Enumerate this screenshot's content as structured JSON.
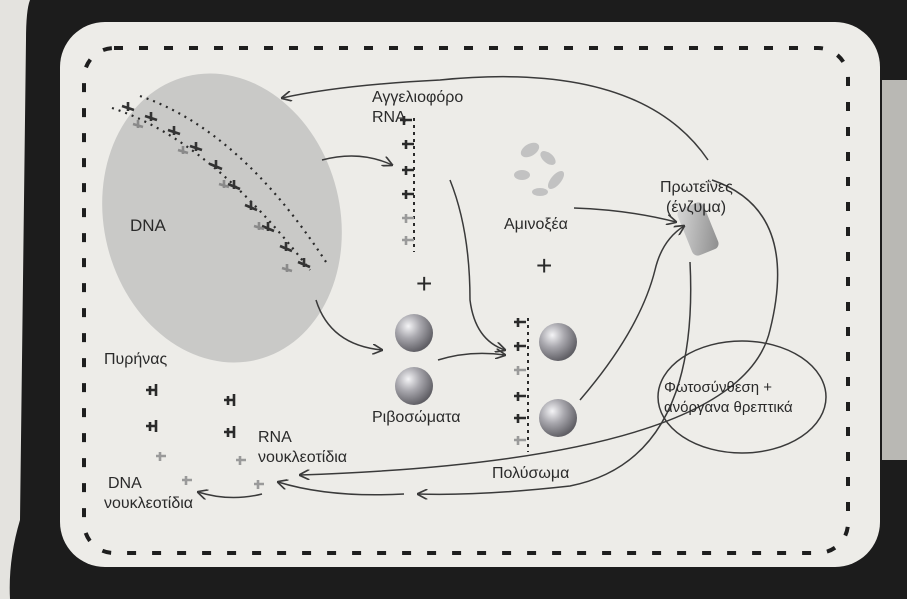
{
  "labels": {
    "mrna_line1": "Αγγελιοφόρο",
    "mrna_line2": "RNA",
    "dna": "DNA",
    "amino_acids": "Αμινοξέα",
    "proteins_line1": "Πρωτεΐνες",
    "proteins_line2": "(ένζυμα)",
    "nucleus": "Πυρήνας",
    "ribosomes": "Ριβοσώματα",
    "polysome": "Πολύσωμα",
    "photosynthesis_line1": "Φωτοσύνθεση +",
    "photosynthesis_line2": "ανόργανα θρεπτικά",
    "rna_nucleotides_line1": "RNA",
    "rna_nucleotides_line2": "νουκλεοτίδια",
    "dna_nucleotides_line1": "DNA",
    "dna_nucleotides_line2": "νουκλεοτίδια",
    "plus_1": "+",
    "plus_2": "+"
  },
  "colors": {
    "cell_wall": "#1c1c1c",
    "cytoplasm": "#edece8",
    "nucleus": "#c9c9c7",
    "ribosome": "#8f8e94",
    "arrow": "#3a3a3a",
    "text": "#2a2a2a"
  }
}
